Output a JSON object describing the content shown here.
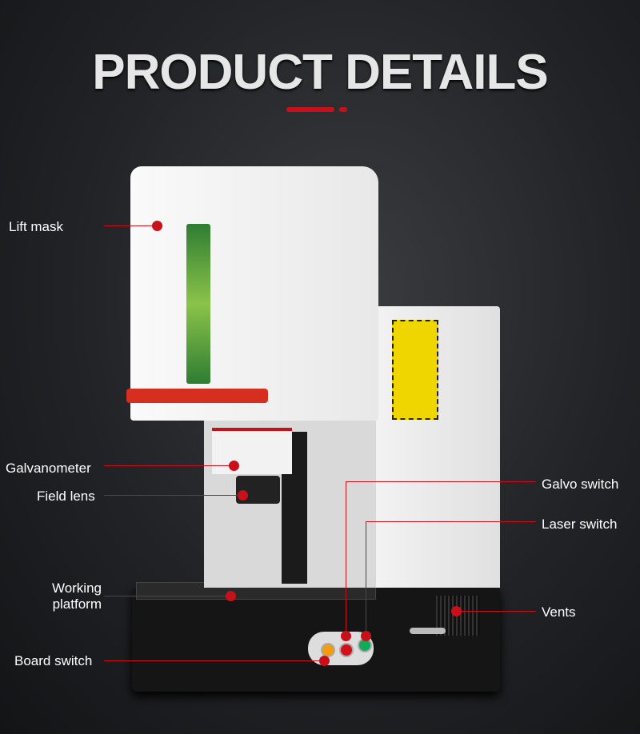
{
  "title": "PRODUCT DETAILS",
  "labels": {
    "lift_mask": "Lift mask",
    "galvanometer": "Galvanometer",
    "field_lens": "Field lens",
    "working_platform_1": "Working",
    "working_platform_2": "platform",
    "board_switch": "Board switch",
    "galvo_switch": "Galvo switch",
    "laser_switch": "Laser switch",
    "vents": "Vents"
  },
  "colors": {
    "accent": "#c8101a"
  }
}
